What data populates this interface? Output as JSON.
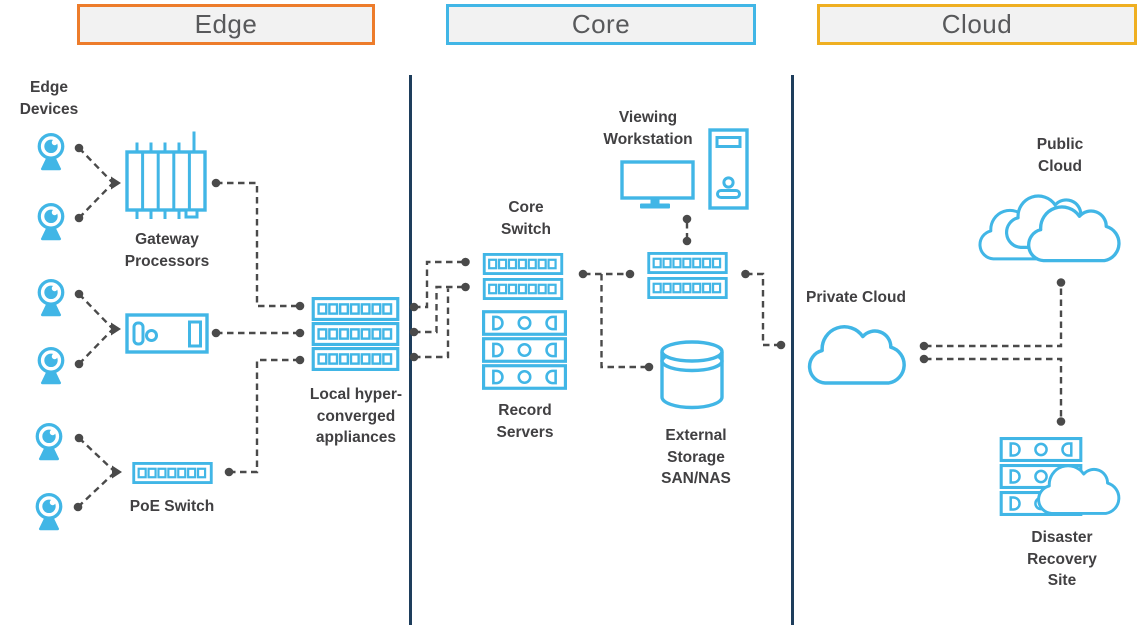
{
  "headers": [
    {
      "id": "edge",
      "label": "Edge"
    },
    {
      "id": "core",
      "label": "Core"
    },
    {
      "id": "cloud",
      "label": "Cloud"
    }
  ],
  "labels": {
    "edge_devices": "Edge\nDevices",
    "gateway_processors": "Gateway\nProcessors",
    "poe_switch": "PoE Switch",
    "local_appliances": "Local hyper-\nconverged\nappliances",
    "core_switch": "Core\nSwitch",
    "record_servers": "Record\nServers",
    "viewing_workstation": "Viewing\nWorkstation",
    "external_storage": "External\nStorage\nSAN/NAS",
    "private_cloud": "Private Cloud",
    "public_cloud": "Public\nCloud",
    "disaster_recovery": "Disaster\nRecovery\nSite"
  },
  "colors": {
    "edge_accent": "#ED7C2B",
    "core_accent": "#41B6E6",
    "cloud_accent": "#EFAF21",
    "icon_blue": "#41B6E6",
    "connector": "#4A4A4A",
    "divider": "#1E3E5C",
    "header_fill": "#F2F2F2",
    "header_text": "#58595B",
    "text": "#414042"
  }
}
